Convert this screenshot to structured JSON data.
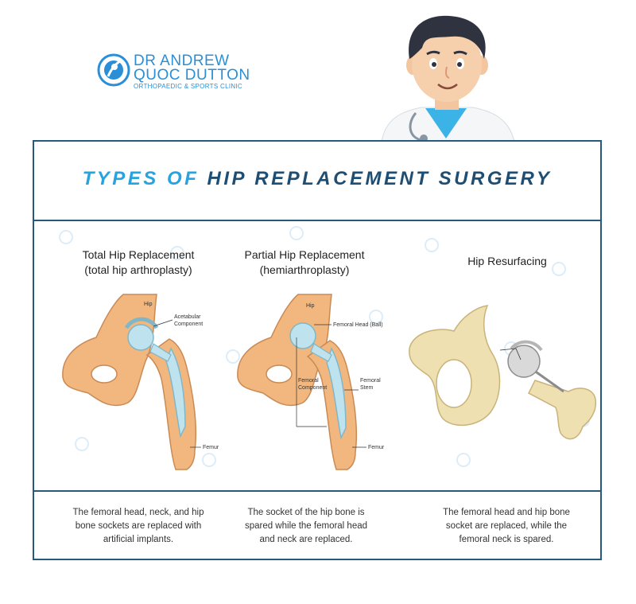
{
  "logo": {
    "line1": "DR ANDREW",
    "line2": "QUOC DUTTON",
    "line3": "ORTHOPAEDIC & SPORTS CLINIC"
  },
  "title": {
    "part1": "TYPES OF",
    "part2": "HIP REPLACEMENT SURGERY"
  },
  "columns": [
    {
      "title_line1": "Total Hip Replacement",
      "title_line2": "(total hip arthroplasty)",
      "labels": [
        "Hip",
        "Acetabular",
        "Component",
        "Femur"
      ],
      "description_lines": [
        "The femoral head, neck, and hip",
        "bone sockets are replaced with",
        "artificial implants."
      ]
    },
    {
      "title_line1": "Partial Hip Replacement",
      "title_line2": "(hemiarthroplasty)",
      "labels": [
        "Hip",
        "Femoral Head (Ball)",
        "Femoral",
        "Component",
        "Femoral",
        "Stem",
        "Femur"
      ],
      "description_lines": [
        "The socket of the hip bone is",
        "spared while the femoral head",
        "and neck are replaced."
      ]
    },
    {
      "title_line1": "Hip Resurfacing",
      "description_lines": [
        "The femoral head and hip bone",
        "socket are replaced, while the",
        "femoral neck is spared."
      ]
    }
  ],
  "colors": {
    "frame": "#255a7c",
    "title_light": "#27a3e0",
    "title_dark": "#1e4e73",
    "bone": "#f2b77e",
    "implant": "#bfe3ee",
    "resurfacing_bone": "#eee0b0"
  }
}
